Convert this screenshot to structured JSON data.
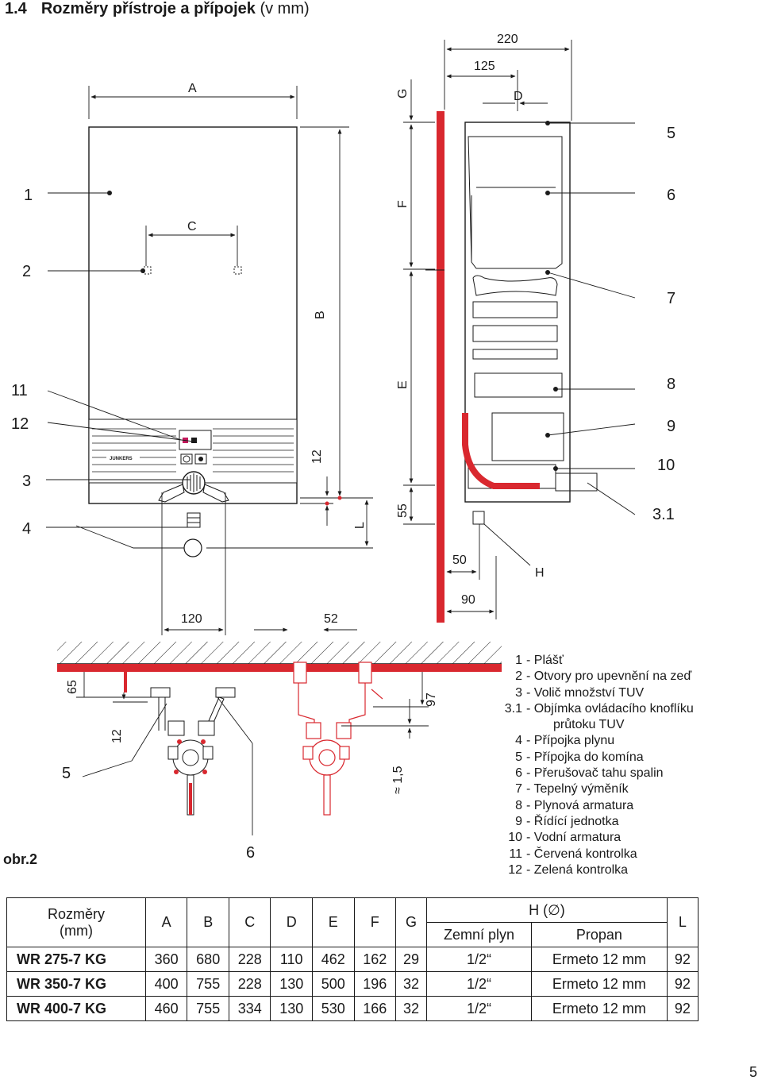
{
  "heading": {
    "number": "1.4",
    "title": "Rozměry přístroje a přípojek",
    "unit": "(v mm)"
  },
  "drawing": {
    "dim_labels": {
      "A": "A",
      "B": "B",
      "C": "C",
      "D": "D",
      "E": "E",
      "F": "F",
      "G": "G",
      "H": "H",
      "L": "L",
      "d220": "220",
      "d125": "125",
      "d12": "12",
      "d55": "55",
      "d50": "50",
      "d90": "90",
      "d120": "120",
      "d52": "52",
      "d65": "65",
      "d12b": "12",
      "d97": "97",
      "d15": "≈ 1,5"
    },
    "callouts": {
      "c1": "1",
      "c2": "2",
      "c3": "3",
      "c4": "4",
      "c11": "11",
      "c12": "12",
      "c5": "5",
      "c6": "6",
      "c7": "7",
      "c8": "8",
      "c9": "9",
      "c10": "10",
      "c31": "3.1",
      "b5": "5",
      "b6": "6"
    },
    "brand": "JUNKERS"
  },
  "figure_label": "obr.2",
  "legend": [
    {
      "n": "1",
      "d": "- Plášť"
    },
    {
      "n": "2",
      "d": "- Otvory pro upevnění na zeď"
    },
    {
      "n": "3",
      "d": "- Volič množství TUV"
    },
    {
      "n": "3.1",
      "d": "- Objímka ovládacího knoflíku"
    },
    {
      "n": "",
      "d": "průtoku TUV"
    },
    {
      "n": "4",
      "d": "- Přípojka plynu"
    },
    {
      "n": "5",
      "d": "- Přípojka do komína"
    },
    {
      "n": "6",
      "d": "- Přerušovač tahu spalin"
    },
    {
      "n": "7",
      "d": "- Tepelný výměník"
    },
    {
      "n": "8",
      "d": "- Plynová armatura"
    },
    {
      "n": "9",
      "d": "- Řídící jednotka"
    },
    {
      "n": "10",
      "d": "- Vodní armatura"
    },
    {
      "n": "11",
      "d": "- Červená kontrolka"
    },
    {
      "n": "12",
      "d": "- Zelená kontrolka"
    }
  ],
  "table": {
    "corner": "Rozměry",
    "corner_unit": "(mm)",
    "columns": [
      "A",
      "B",
      "C",
      "D",
      "E",
      "F",
      "G"
    ],
    "h_header": "H (∅)",
    "h_sub": [
      "Zemní plyn",
      "Propan"
    ],
    "l_header": "L",
    "rows": [
      {
        "model": "WR 275-7 KG",
        "vals": [
          "360",
          "680",
          "228",
          "110",
          "462",
          "162",
          "29"
        ],
        "h1": "1/2“",
        "h2": "Ermeto 12 mm",
        "l": "92"
      },
      {
        "model": "WR 350-7 KG",
        "vals": [
          "400",
          "755",
          "228",
          "130",
          "500",
          "196",
          "32"
        ],
        "h1": "1/2“",
        "h2": "Ermeto 12 mm",
        "l": "92"
      },
      {
        "model": "WR 400-7 KG",
        "vals": [
          "460",
          "755",
          "334",
          "130",
          "530",
          "166",
          "32"
        ],
        "h1": "1/2“",
        "h2": "Ermeto 12 mm",
        "l": "92"
      }
    ]
  },
  "page_number": "5",
  "colors": {
    "accent_red": "#d9282f",
    "line": "#1a1a1a"
  }
}
